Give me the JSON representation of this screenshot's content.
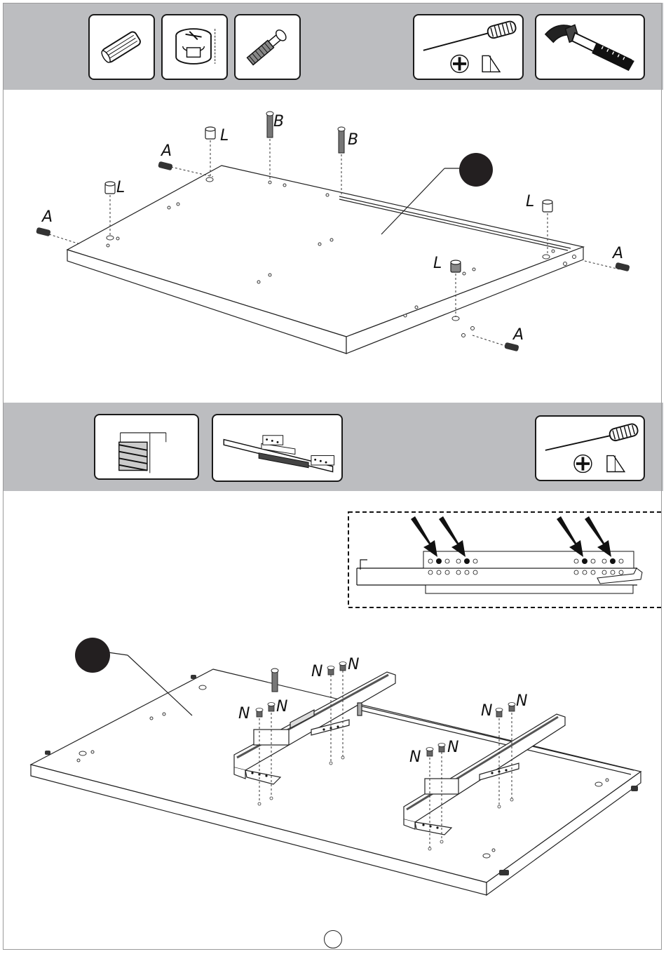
{
  "step1": {
    "parts": [
      "wooden-dowel",
      "cam-lock",
      "connecting-bolt"
    ],
    "tools": [
      "phillips-screwdriver",
      "hammer"
    ],
    "labels": {
      "dowel_left_far": "A",
      "dowel_left_near": "A",
      "dowel_right_far": "A",
      "dowel_right_near": "A",
      "cam_back": "L",
      "cam_left": "L",
      "cam_right": "L",
      "cam_front": "L",
      "bolt_1": "B",
      "bolt_2": "B"
    }
  },
  "step2": {
    "parts": [
      "euro-screw",
      "drawer-runner"
    ],
    "tools": [
      "phillips-screwdriver"
    ],
    "labels": {
      "n1": "N",
      "n2": "N",
      "n3": "N",
      "n4": "N",
      "n5": "N",
      "n6": "N",
      "n7": "N",
      "n8": "N"
    },
    "detail_callout": "dashed-inset-screw-positions"
  },
  "colors": {
    "band": "#bcbdc0",
    "ink": "#1a1a1a",
    "callout": "#231f20"
  },
  "page_number": ""
}
